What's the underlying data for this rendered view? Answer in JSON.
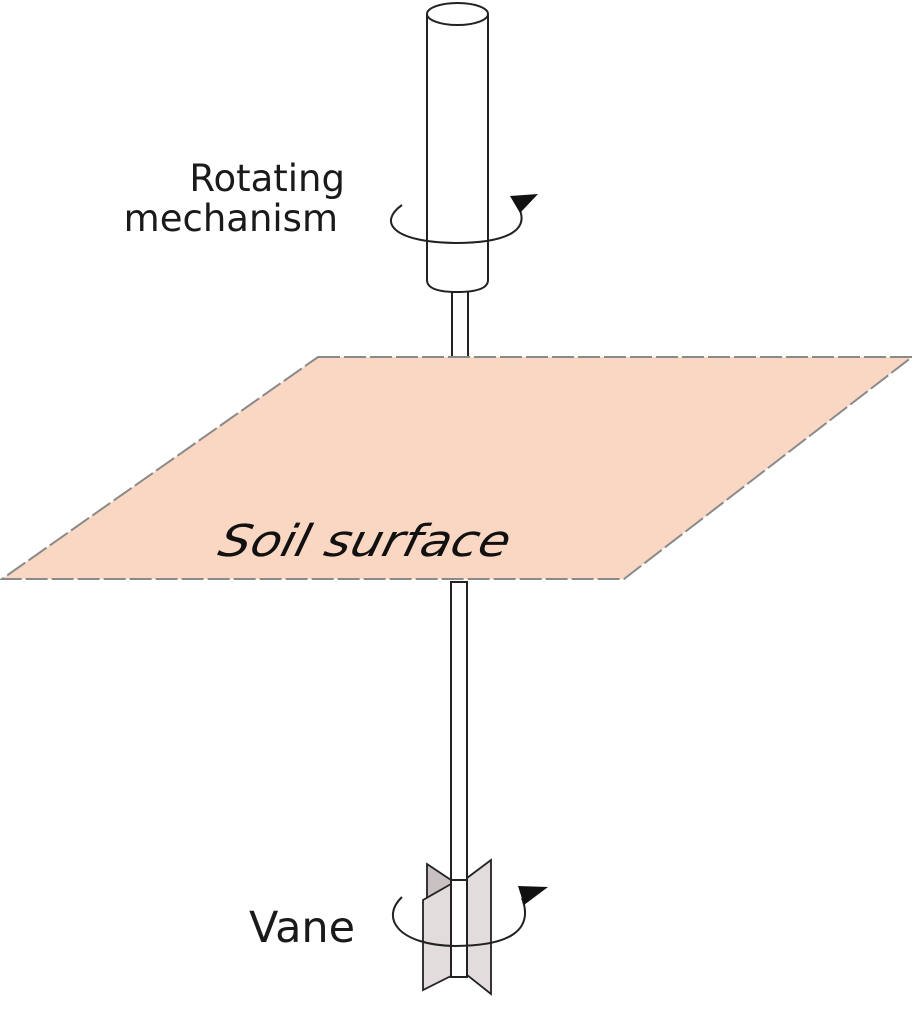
{
  "labels": {
    "rotating_line1": "Rotating",
    "rotating_line2": "mechanism",
    "soil": "Soil surface",
    "vane": "Vane"
  },
  "colors": {
    "soil_fill": "#fad7c3",
    "soil_edge": "#7a7a7a",
    "vane_fill": "#e2dcdc",
    "vane_back": "#c9c1c1",
    "outline": "#222222",
    "rod_fill": "#ffffff"
  },
  "icons": {
    "mechanism_rotation": "rotation-arrow-icon",
    "vane_rotation": "rotation-arrow-icon"
  }
}
